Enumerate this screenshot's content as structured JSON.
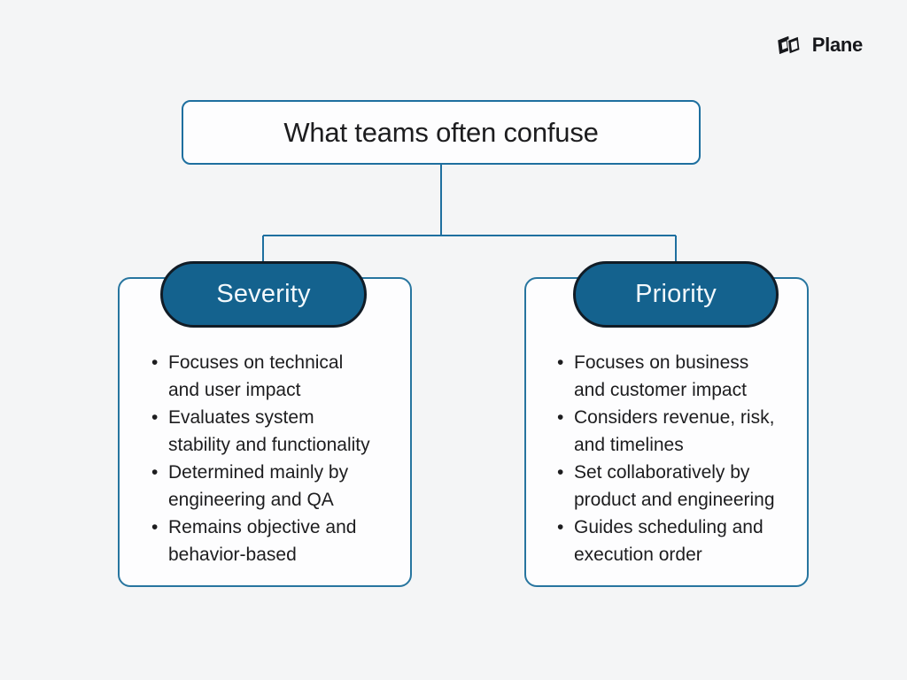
{
  "logo": {
    "brand": "Plane"
  },
  "diagram": {
    "title": "What teams often confuse",
    "colors": {
      "background": "#f4f5f6",
      "line": "#1e6f9f",
      "card_fill": "#fdfdfe",
      "card_border": "#27759f",
      "node_fill": "#14628e",
      "node_border": "#111c26",
      "node_text": "#f2f8fc",
      "text": "#1d1d1f",
      "logo_color": "#16171b"
    },
    "branches": [
      {
        "label": "Severity",
        "bullets": [
          "Focuses on technical and user impact",
          "Evaluates system stability and functionality",
          "Determined mainly by engineering and QA",
          "Remains objective and behavior-based"
        ]
      },
      {
        "label": "Priority",
        "bullets": [
          "Focuses on business and customer impact",
          "Considers revenue, risk, and timelines",
          "Set collaboratively by product and engineering",
          "Guides scheduling and execution order"
        ]
      }
    ]
  }
}
